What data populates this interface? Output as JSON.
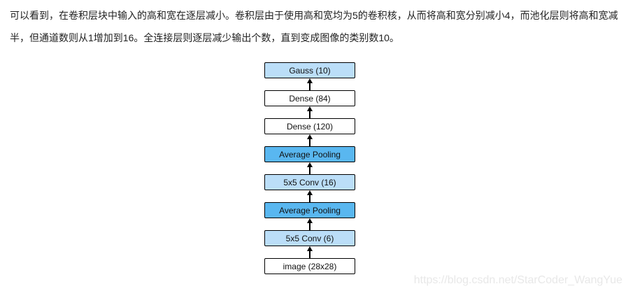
{
  "paragraph": {
    "text": "可以看到，在卷积层块中输入的高和宽在逐层减小。卷积层由于使用高和宽均为5的卷积核，从而将高和宽分别减小4，而池化层则将高和宽减半，但通道数则从1增加到16。全连接层则逐层减少输出个数，直到变成图像的类别数10。"
  },
  "diagram": {
    "description": "LeNet architecture stack, data flows bottom-to-top with upward arrows",
    "layers": [
      {
        "label": "Gauss (10)",
        "fill": "light_blue"
      },
      {
        "label": "Dense (84)",
        "fill": "white"
      },
      {
        "label": "Dense (120)",
        "fill": "white"
      },
      {
        "label": "Average Pooling",
        "fill": "medium_blue"
      },
      {
        "label": "5x5 Conv (16)",
        "fill": "light_blue"
      },
      {
        "label": "Average Pooling",
        "fill": "medium_blue"
      },
      {
        "label": "5x5 Conv (6)",
        "fill": "light_blue"
      },
      {
        "label": "image (28x28)",
        "fill": "white"
      }
    ],
    "colors": {
      "light_blue": "#BBDEF8",
      "medium_blue": "#59B7F0",
      "white": "#FFFFFF",
      "border": "#000000",
      "arrow": "#000000"
    }
  },
  "watermark": {
    "text": "https://blog.csdn.net/StarCoder_WangYue",
    "color": "#E8E8E8"
  }
}
